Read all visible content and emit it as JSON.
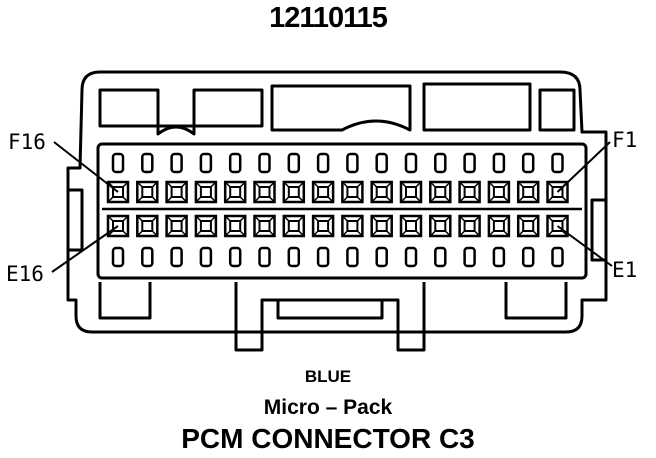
{
  "part_number": "12110115",
  "pin_labels": {
    "top_left": "F16",
    "top_right": "F1",
    "bottom_left": "E16",
    "bottom_right": "E1"
  },
  "connector": {
    "color": "BLUE",
    "series": "Micro – Pack",
    "title": "PCM CONNECTOR C3",
    "rows": [
      "F",
      "E"
    ],
    "pins_per_row": 16
  }
}
